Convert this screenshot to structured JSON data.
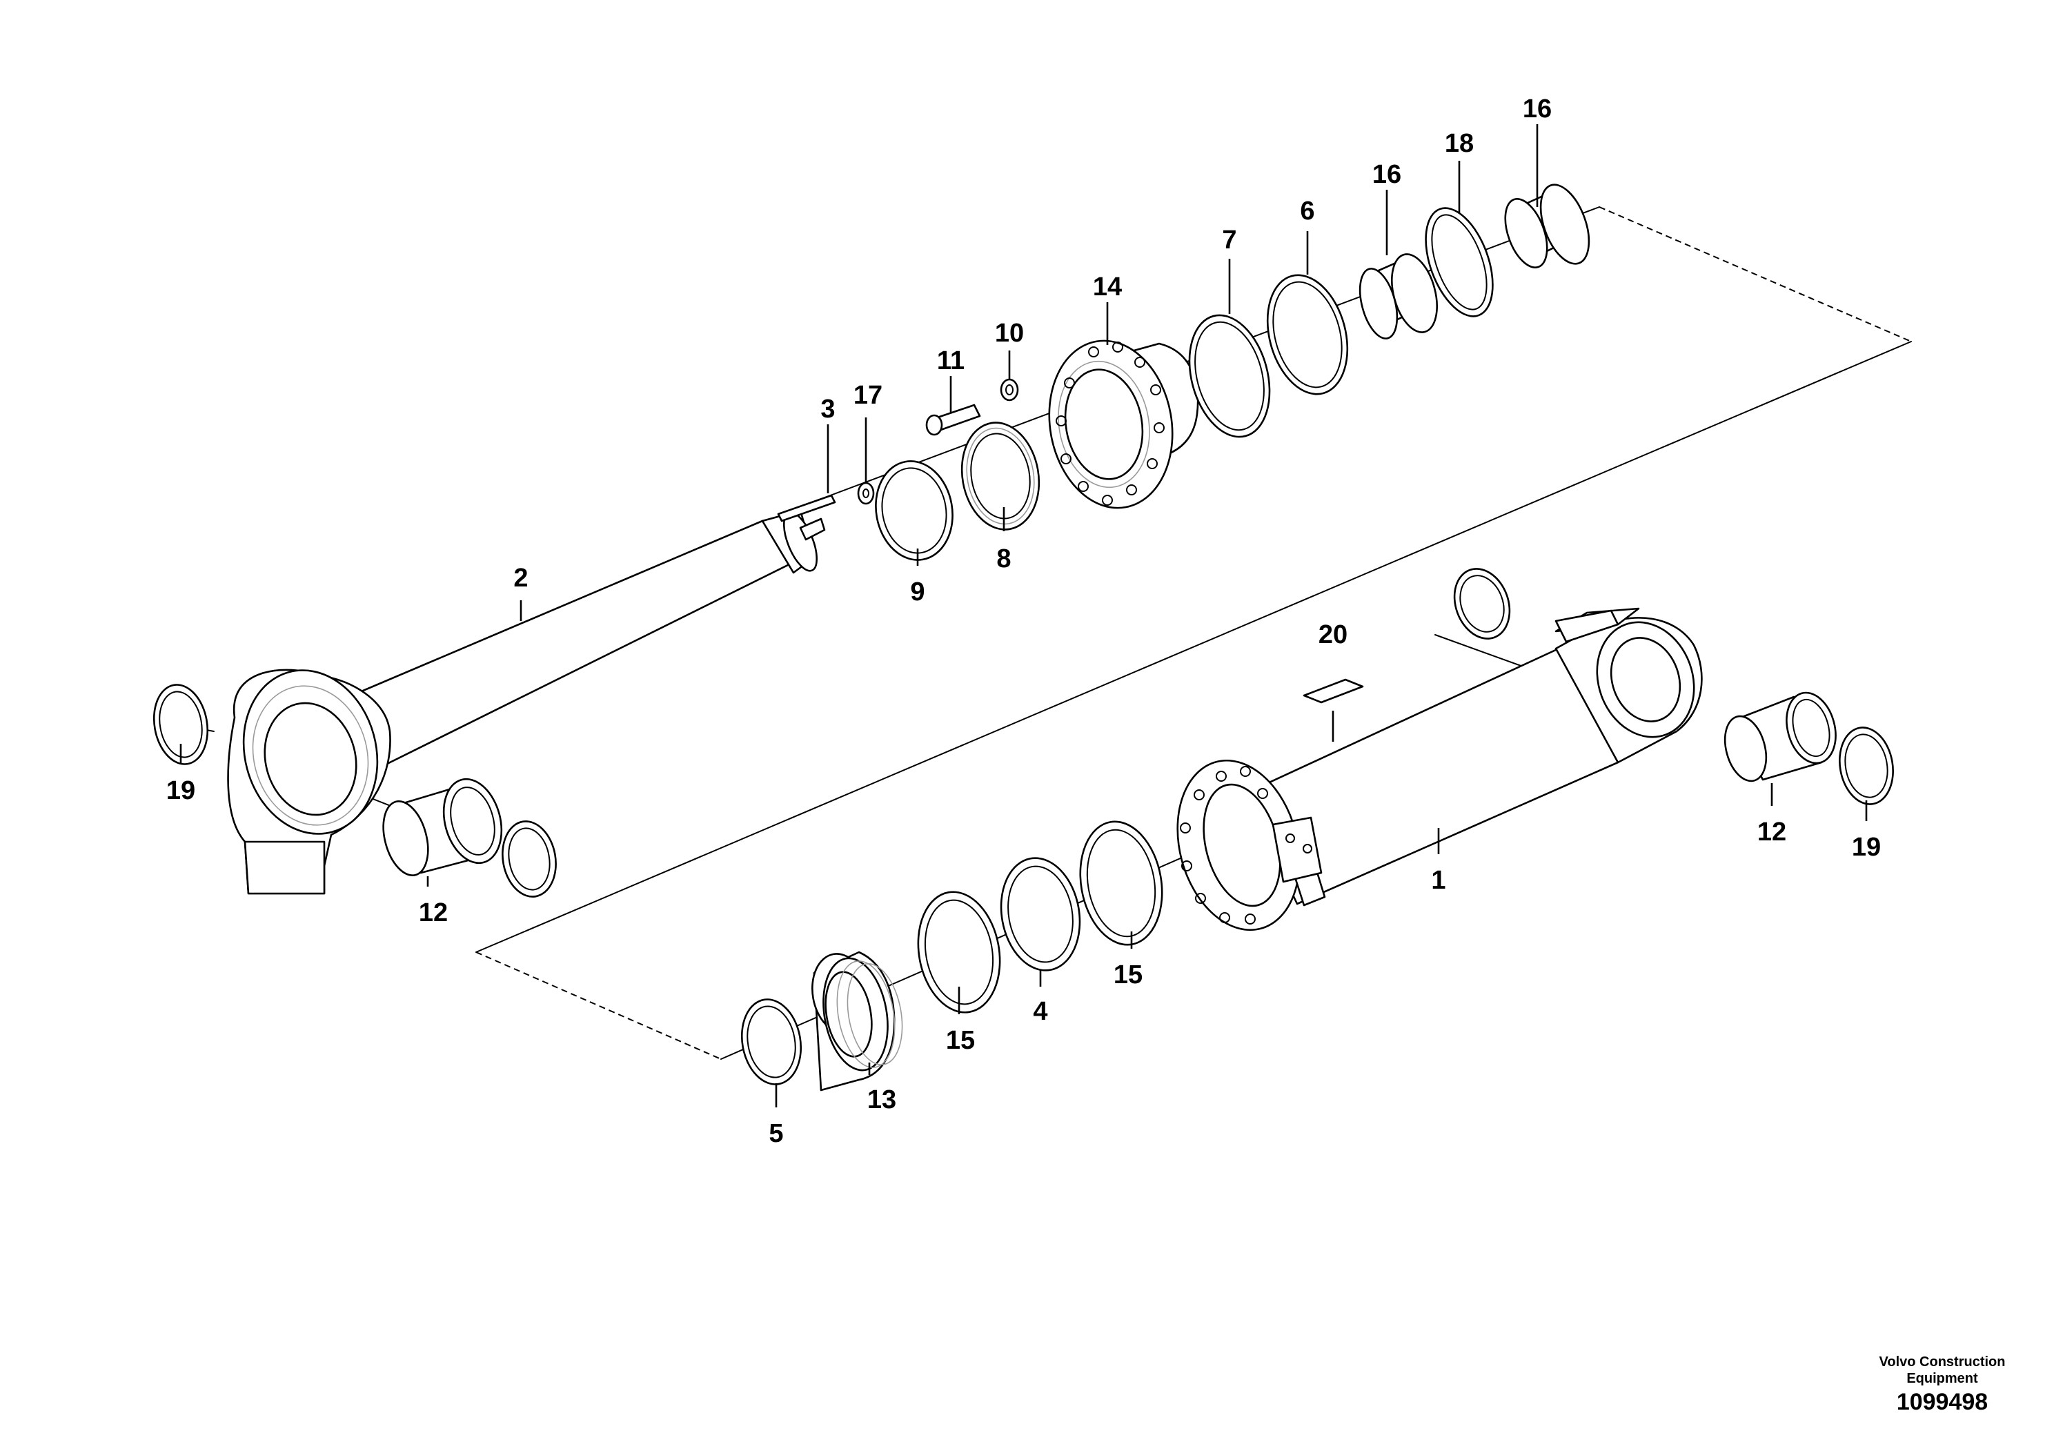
{
  "callouts": [
    "1",
    "2",
    "3",
    "4",
    "5",
    "6",
    "7",
    "8",
    "9",
    "10",
    "11",
    "12",
    "13",
    "14",
    "15",
    "16",
    "17",
    "18",
    "19",
    "20"
  ],
  "footer": {
    "brand_line1": "Volvo Construction",
    "brand_line2": "Equipment",
    "drawing_number": "1099498"
  },
  "colors": {
    "ink": "#000000",
    "paper": "#ffffff"
  }
}
